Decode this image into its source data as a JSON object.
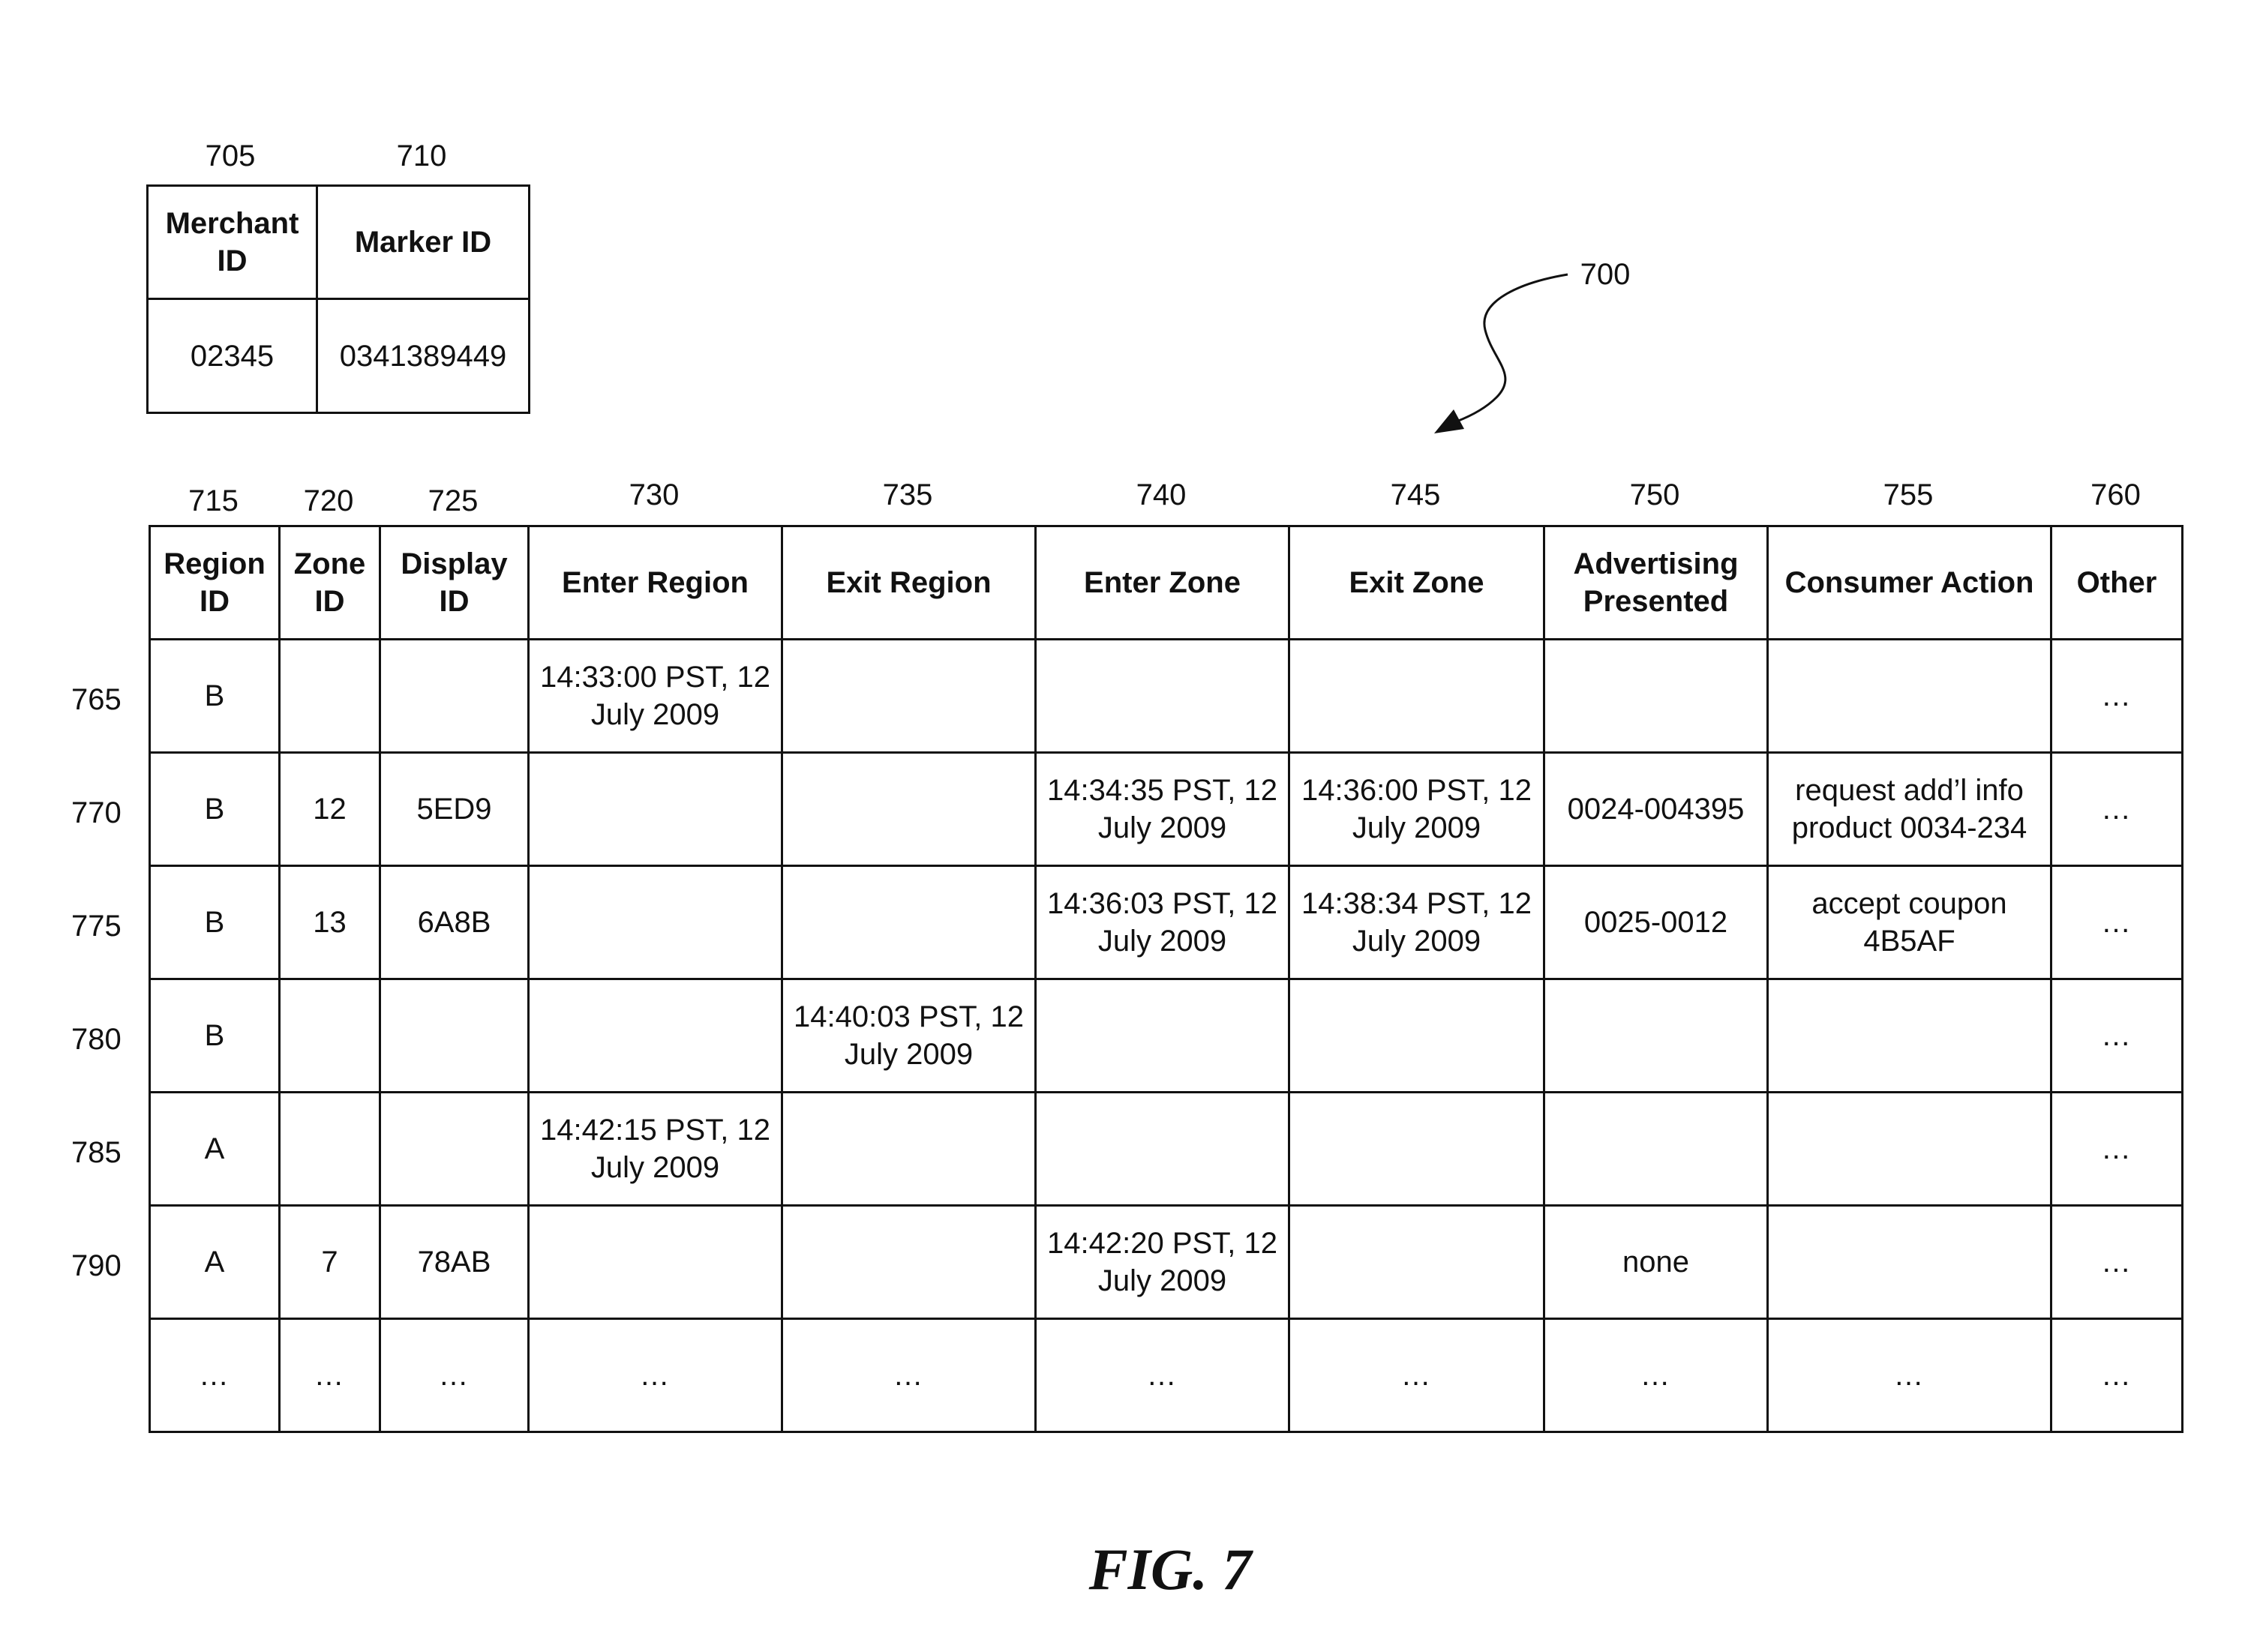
{
  "figure": {
    "caption": "FIG. 7",
    "reference": "700"
  },
  "merchant_table": {
    "col_refs": [
      "705",
      "710"
    ],
    "headers": [
      "Merchant ID",
      "Marker ID"
    ],
    "values": [
      "02345",
      "0341389449"
    ]
  },
  "event_table": {
    "col_refs": [
      "715",
      "720",
      "725",
      "730",
      "735",
      "740",
      "745",
      "750",
      "755",
      "760"
    ],
    "headers": [
      "Region ID",
      "Zone ID",
      "Display ID",
      "Enter Region",
      "Exit Region",
      "Enter Zone",
      "Exit Zone",
      "Advertising Presented",
      "Consumer Action",
      "Other"
    ],
    "row_refs": [
      "765",
      "770",
      "775",
      "780",
      "785",
      "790",
      ""
    ],
    "rows": [
      [
        "B",
        "",
        "",
        "14:33:00 PST, 12 July 2009",
        "",
        "",
        "",
        "",
        "",
        "…"
      ],
      [
        "B",
        "12",
        "5ED9",
        "",
        "",
        "14:34:35 PST, 12 July 2009",
        "14:36:00 PST, 12 July 2009",
        "0024-004395",
        "request add’l info product 0034-234",
        "…"
      ],
      [
        "B",
        "13",
        "6A8B",
        "",
        "",
        "14:36:03 PST, 12 July 2009",
        "14:38:34 PST, 12 July 2009",
        "0025-0012",
        "accept coupon 4B5AF",
        "…"
      ],
      [
        "B",
        "",
        "",
        "",
        "14:40:03 PST, 12 July 2009",
        "",
        "",
        "",
        "",
        "…"
      ],
      [
        "A",
        "",
        "",
        "14:42:15 PST, 12 July 2009",
        "",
        "",
        "",
        "",
        "",
        "…"
      ],
      [
        "A",
        "7",
        "78AB",
        "",
        "",
        "14:42:20 PST, 12 July 2009",
        "",
        "none",
        "",
        "…"
      ],
      [
        "…",
        "…",
        "…",
        "…",
        "…",
        "…",
        "…",
        "…",
        "…",
        "…"
      ]
    ]
  }
}
